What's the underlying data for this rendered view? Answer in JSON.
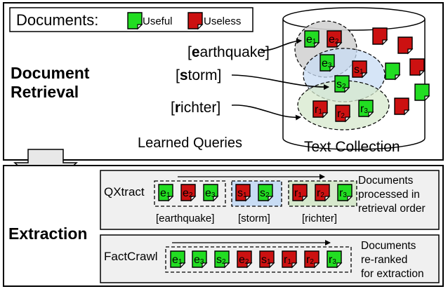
{
  "colors": {
    "useful": "#22dd22",
    "useless": "#cc1111",
    "query_earthquake_fill": "#d3d3d3",
    "query_storm_fill": "#c8dcf4",
    "query_richter_fill": "#d6e8cc",
    "panel_fill": "#f0f0f0"
  },
  "legend": {
    "title": "Documents:",
    "useful": "Useful",
    "useless": "Useless"
  },
  "retrieval": {
    "title_line1": "Document",
    "title_line2": "Retrieval",
    "queries": [
      {
        "bold": "e",
        "rest": "arthquake"
      },
      {
        "bold": "s",
        "rest": "torm"
      },
      {
        "bold": "r",
        "rest": "ichter"
      }
    ],
    "learned_queries_label": "Learned Queries",
    "collection_label": "Text Collection",
    "docs": [
      {
        "l": "e",
        "s": "1",
        "useful": true
      },
      {
        "l": "e",
        "s": "2",
        "useful": false
      },
      {
        "l": "e",
        "s": "3",
        "useful": true
      },
      {
        "l": "s",
        "s": "1",
        "useful": false
      },
      {
        "l": "s",
        "s": "2",
        "useful": true
      },
      {
        "l": "r",
        "s": "1",
        "useful": false
      },
      {
        "l": "r",
        "s": "2",
        "useful": false
      },
      {
        "l": "r",
        "s": "3",
        "useful": true
      }
    ]
  },
  "extraction": {
    "title": "Extraction",
    "qxtract": {
      "label": "QXtract",
      "groups": [
        {
          "label": "[earthquake]",
          "docs": [
            {
              "l": "e",
              "s": "1",
              "useful": true
            },
            {
              "l": "e",
              "s": "2",
              "useful": false
            },
            {
              "l": "e",
              "s": "3",
              "useful": true
            }
          ]
        },
        {
          "label": "[storm]",
          "docs": [
            {
              "l": "s",
              "s": "1",
              "useful": false
            },
            {
              "l": "s",
              "s": "2",
              "useful": true
            }
          ]
        },
        {
          "label": "[richter]",
          "docs": [
            {
              "l": "r",
              "s": "1",
              "useful": false
            },
            {
              "l": "r",
              "s": "2",
              "useful": false
            },
            {
              "l": "r",
              "s": "3",
              "useful": true
            }
          ]
        }
      ],
      "note": [
        "Documents",
        "processed in",
        "retrieval order"
      ]
    },
    "factcrawl": {
      "label": "FactCrawl",
      "docs": [
        {
          "l": "e",
          "s": "1",
          "useful": true
        },
        {
          "l": "e",
          "s": "3",
          "useful": true
        },
        {
          "l": "s",
          "s": "2",
          "useful": true
        },
        {
          "l": "e",
          "s": "2",
          "useful": false
        },
        {
          "l": "s",
          "s": "1",
          "useful": false
        },
        {
          "l": "r",
          "s": "1",
          "useful": false
        },
        {
          "l": "r",
          "s": "2",
          "useful": false
        },
        {
          "l": "r",
          "s": "3",
          "useful": true
        }
      ],
      "note": [
        "Documents",
        "re-ranked",
        "for extraction"
      ]
    }
  }
}
